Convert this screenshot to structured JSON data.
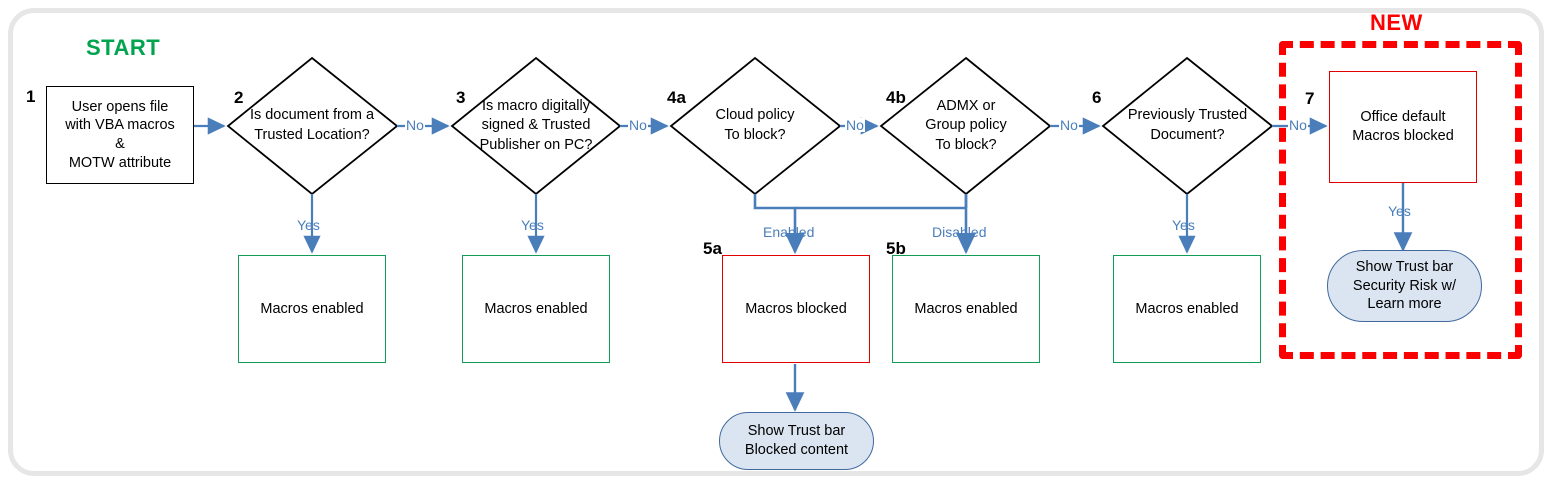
{
  "diagram": {
    "title_banners": {
      "start": "START",
      "new": "NEW"
    },
    "colors": {
      "start_green": "#00a44f",
      "new_red": "#ff0000",
      "box_green": "#0f9d58",
      "box_red": "#e00000",
      "connector_blue": "#4a7ebb",
      "pill_fill": "#dbe5f1",
      "pill_stroke": "#41699e",
      "frame_gray": "#e6e6e6",
      "diamond_black": "#000000"
    },
    "nodes": [
      {
        "id": "1",
        "num": "1",
        "shape": "process",
        "text": "User opens file\nwith VBA macros\n&\nMOTW attribute"
      },
      {
        "id": "2",
        "num": "2",
        "shape": "decision",
        "text": "Is document from a\nTrusted Location?"
      },
      {
        "id": "3",
        "num": "3",
        "shape": "decision",
        "text": "Is macro digitally\nsigned & Trusted\nPublisher on PC?"
      },
      {
        "id": "4a",
        "num": "4a",
        "shape": "decision",
        "text": "Cloud policy\nTo block?"
      },
      {
        "id": "4b",
        "num": "4b",
        "shape": "decision",
        "text": "ADMX or\nGroup policy\nTo block?"
      },
      {
        "id": "6",
        "num": "6",
        "shape": "decision",
        "text": "Previously Trusted\nDocument?"
      },
      {
        "id": "7",
        "num": "7",
        "shape": "process-red",
        "text": "Office default\nMacros blocked"
      },
      {
        "id": "r2",
        "num": "",
        "shape": "process-green",
        "text": "Macros enabled"
      },
      {
        "id": "r3",
        "num": "",
        "shape": "process-green",
        "text": "Macros enabled"
      },
      {
        "id": "5a",
        "num": "5a",
        "shape": "process-red",
        "text": "Macros blocked"
      },
      {
        "id": "5b",
        "num": "5b",
        "shape": "process-green",
        "text": "Macros enabled"
      },
      {
        "id": "r6",
        "num": "",
        "shape": "process-green",
        "text": "Macros enabled"
      },
      {
        "id": "p5a",
        "num": "",
        "shape": "terminator",
        "text": "Show Trust bar\nBlocked content"
      },
      {
        "id": "p7",
        "num": "",
        "shape": "terminator",
        "text": "Show Trust bar\nSecurity Risk w/\nLearn more"
      }
    ],
    "edge_labels": {
      "no_2_3": "No",
      "no_3_4a": "No",
      "no_4a_4b": "No",
      "no_4b_6": "No",
      "no_6_7": "No",
      "yes_2": "Yes",
      "yes_3": "Yes",
      "yes_6": "Yes",
      "yes_7": "Yes",
      "enabled_4a": "Enabled",
      "disabled_4b": "Disabled"
    }
  }
}
